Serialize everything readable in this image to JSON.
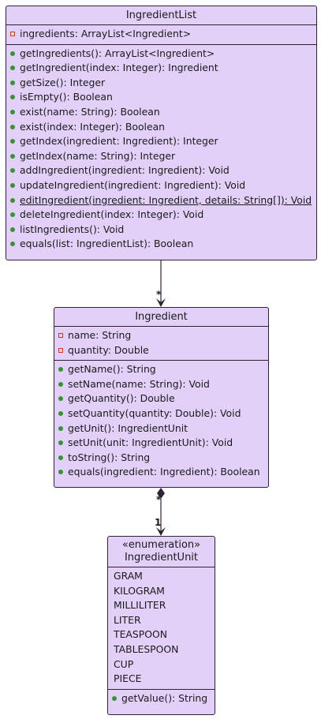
{
  "ingredient_list": {
    "title": "IngredientList",
    "attributes": [
      {
        "visibility": "private",
        "text": "ingredients: ArrayList<Ingredient>"
      }
    ],
    "methods": [
      {
        "visibility": "public",
        "text": "getIngredients(): ArrayList<Ingredient>"
      },
      {
        "visibility": "public",
        "text": "getIngredient(index: Integer): Ingredient"
      },
      {
        "visibility": "public",
        "text": "getSize(): Integer"
      },
      {
        "visibility": "public",
        "text": "isEmpty(): Boolean"
      },
      {
        "visibility": "public",
        "text": "exist(name: String): Boolean"
      },
      {
        "visibility": "public",
        "text": "exist(index: Integer): Boolean"
      },
      {
        "visibility": "public",
        "text": "getIndex(ingredient: Ingredient): Integer"
      },
      {
        "visibility": "public",
        "text": "getIndex(name: String): Integer"
      },
      {
        "visibility": "public",
        "text": "addIngredient(ingredient: Ingredient): Void"
      },
      {
        "visibility": "public",
        "text": "updateIngredient(ingredient: Ingredient): Void"
      },
      {
        "visibility": "public",
        "text": "editIngredient(ingredient: Ingredient, details: String[]): Void",
        "underline": true
      },
      {
        "visibility": "public",
        "text": "deleteIngredient(index: Integer): Void"
      },
      {
        "visibility": "public",
        "text": "listIngredients(): Void"
      },
      {
        "visibility": "public",
        "text": "equals(list: IngredientList): Boolean"
      }
    ]
  },
  "ingredient": {
    "title": "Ingredient",
    "attributes": [
      {
        "visibility": "private",
        "text": "name: String"
      },
      {
        "visibility": "private",
        "text": "quantity: Double"
      }
    ],
    "methods": [
      {
        "visibility": "public",
        "text": "getName(): String"
      },
      {
        "visibility": "public",
        "text": "setName(name: String): Void"
      },
      {
        "visibility": "public",
        "text": "getQuantity(): Double"
      },
      {
        "visibility": "public",
        "text": "setQuantity(quantity: Double): Void"
      },
      {
        "visibility": "public",
        "text": "getUnit(): IngredientUnit"
      },
      {
        "visibility": "public",
        "text": "setUnit(unit: IngredientUnit): Void"
      },
      {
        "visibility": "public",
        "text": "toString(): String"
      },
      {
        "visibility": "public",
        "text": "equals(ingredient: Ingredient): Boolean"
      }
    ]
  },
  "ingredient_unit": {
    "stereotype": "«enumeration»",
    "title": "IngredientUnit",
    "values": [
      "GRAM",
      "KILOGRAM",
      "MILLILITER",
      "LITER",
      "TEASPOON",
      "TABLESPOON",
      "CUP",
      "PIECE"
    ],
    "methods": [
      {
        "visibility": "public",
        "text": "getValue(): String"
      }
    ]
  },
  "relations": {
    "list_to_ingredient_multiplicity": "*",
    "ingredient_to_unit_source_multiplicity": "*",
    "ingredient_to_unit_target_multiplicity": "1"
  },
  "colors": {
    "class_fill": "#e2d0f9",
    "border": "#2e2233",
    "private_marker": "#c0392b",
    "public_marker": "#3a8f3a"
  }
}
